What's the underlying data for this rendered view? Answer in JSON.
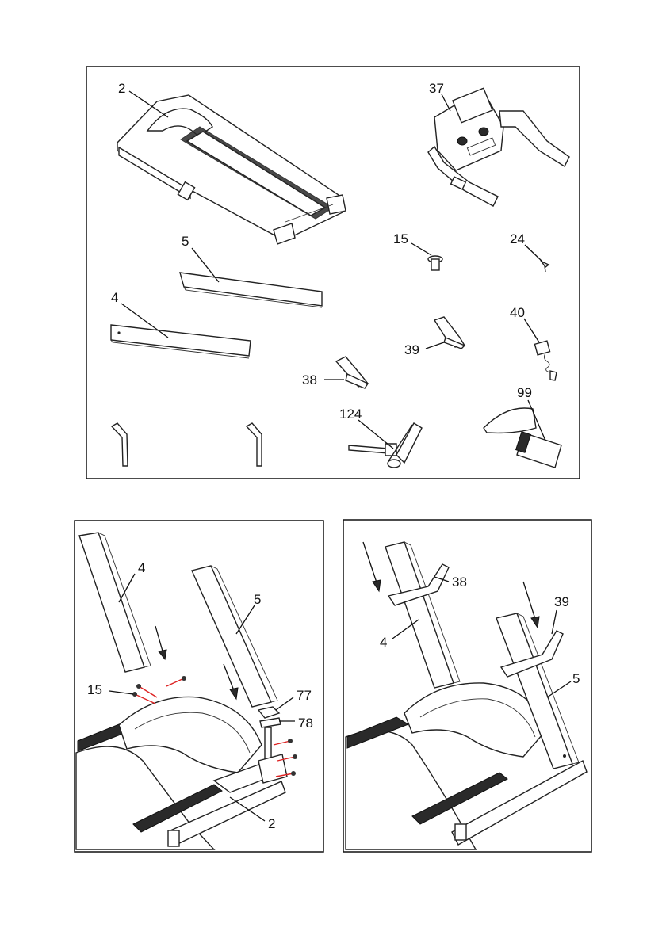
{
  "panels": [
    {
      "id": "parts-overview",
      "labels": [
        {
          "key": "frame",
          "text": "2"
        },
        {
          "key": "console",
          "text": "37"
        },
        {
          "key": "upright-right",
          "text": "5"
        },
        {
          "key": "upright-left",
          "text": "4"
        },
        {
          "key": "bolt",
          "text": "15"
        },
        {
          "key": "screw",
          "text": "24"
        },
        {
          "key": "cover-right",
          "text": "39"
        },
        {
          "key": "safety-key",
          "text": "40"
        },
        {
          "key": "cover-left",
          "text": "38"
        },
        {
          "key": "wrench-screwdriver",
          "text": "124"
        },
        {
          "key": "lubricant",
          "text": "99"
        }
      ]
    },
    {
      "id": "step-1",
      "labels": [
        {
          "key": "upright-left",
          "text": "4"
        },
        {
          "key": "upright-right",
          "text": "5"
        },
        {
          "key": "bolt",
          "text": "15"
        },
        {
          "key": "part-77",
          "text": "77"
        },
        {
          "key": "part-78",
          "text": "78"
        },
        {
          "key": "frame",
          "text": "2"
        }
      ]
    },
    {
      "id": "step-2",
      "labels": [
        {
          "key": "cover-left",
          "text": "38"
        },
        {
          "key": "cover-right",
          "text": "39"
        },
        {
          "key": "upright-left",
          "text": "4"
        },
        {
          "key": "upright-right",
          "text": "5"
        }
      ]
    }
  ]
}
